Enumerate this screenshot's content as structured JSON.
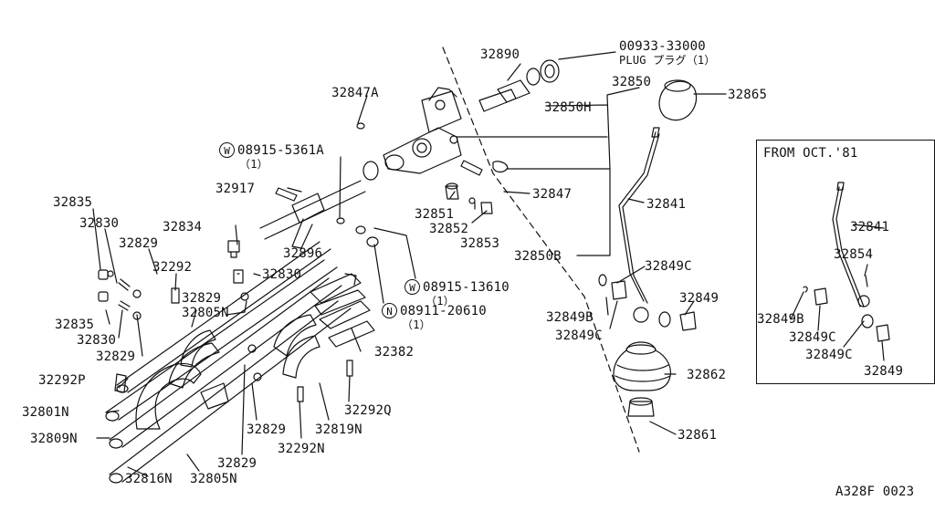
{
  "parts": {
    "p32890": "32890",
    "p00933": "00933-33000",
    "plug": "PLUG プラグ（1）",
    "p32850": "32850",
    "p32865": "32865",
    "p32847A": "32847A",
    "p32850H": "32850H",
    "w08915_5361A": "08915-5361A",
    "qty1a": "（1）",
    "p32917": "32917",
    "p32847": "32847",
    "p32841": "32841",
    "p32851": "32851",
    "p32852": "32852",
    "p32853": "32853",
    "p32835a": "32835",
    "p32830a": "32830",
    "p32834": "32834",
    "p32829a": "32829",
    "p32896": "32896",
    "p32850B": "32850B",
    "p32292": "32292",
    "p32830b": "32830",
    "p32849C_a": "32849C",
    "w08915_13610": "08915-13610",
    "qty1b": "（1）",
    "p32849": "32849",
    "p32829b": "32829",
    "p32805N_a": "32805N",
    "n08911_20610": "08911-20610",
    "qty1c": "（1）",
    "p32849B": "32849B",
    "p32835b": "32835",
    "p32830c": "32830",
    "p32849C_b": "32849C",
    "p32829c": "32829",
    "p32382": "32382",
    "p32862": "32862",
    "p32292P": "32292P",
    "p32292Q": "32292Q",
    "p32801N": "32801N",
    "p32829d": "32829",
    "p32819N": "32819N",
    "p32861": "32861",
    "p32809N": "32809N",
    "p32292N": "32292N",
    "p32829e": "32829",
    "p32816N": "32816N",
    "p32805N_b": "32805N"
  },
  "symbols": {
    "w1": "W",
    "w2": "W",
    "n": "N"
  },
  "inset": {
    "title": "FROM OCT.'81",
    "p32841": "32841",
    "p32854": "32854",
    "p32849B": "32849B",
    "p32849C_a": "32849C",
    "p32849C_b": "32849C",
    "p32849": "32849"
  },
  "footer": {
    "code": "A328F 0023"
  }
}
